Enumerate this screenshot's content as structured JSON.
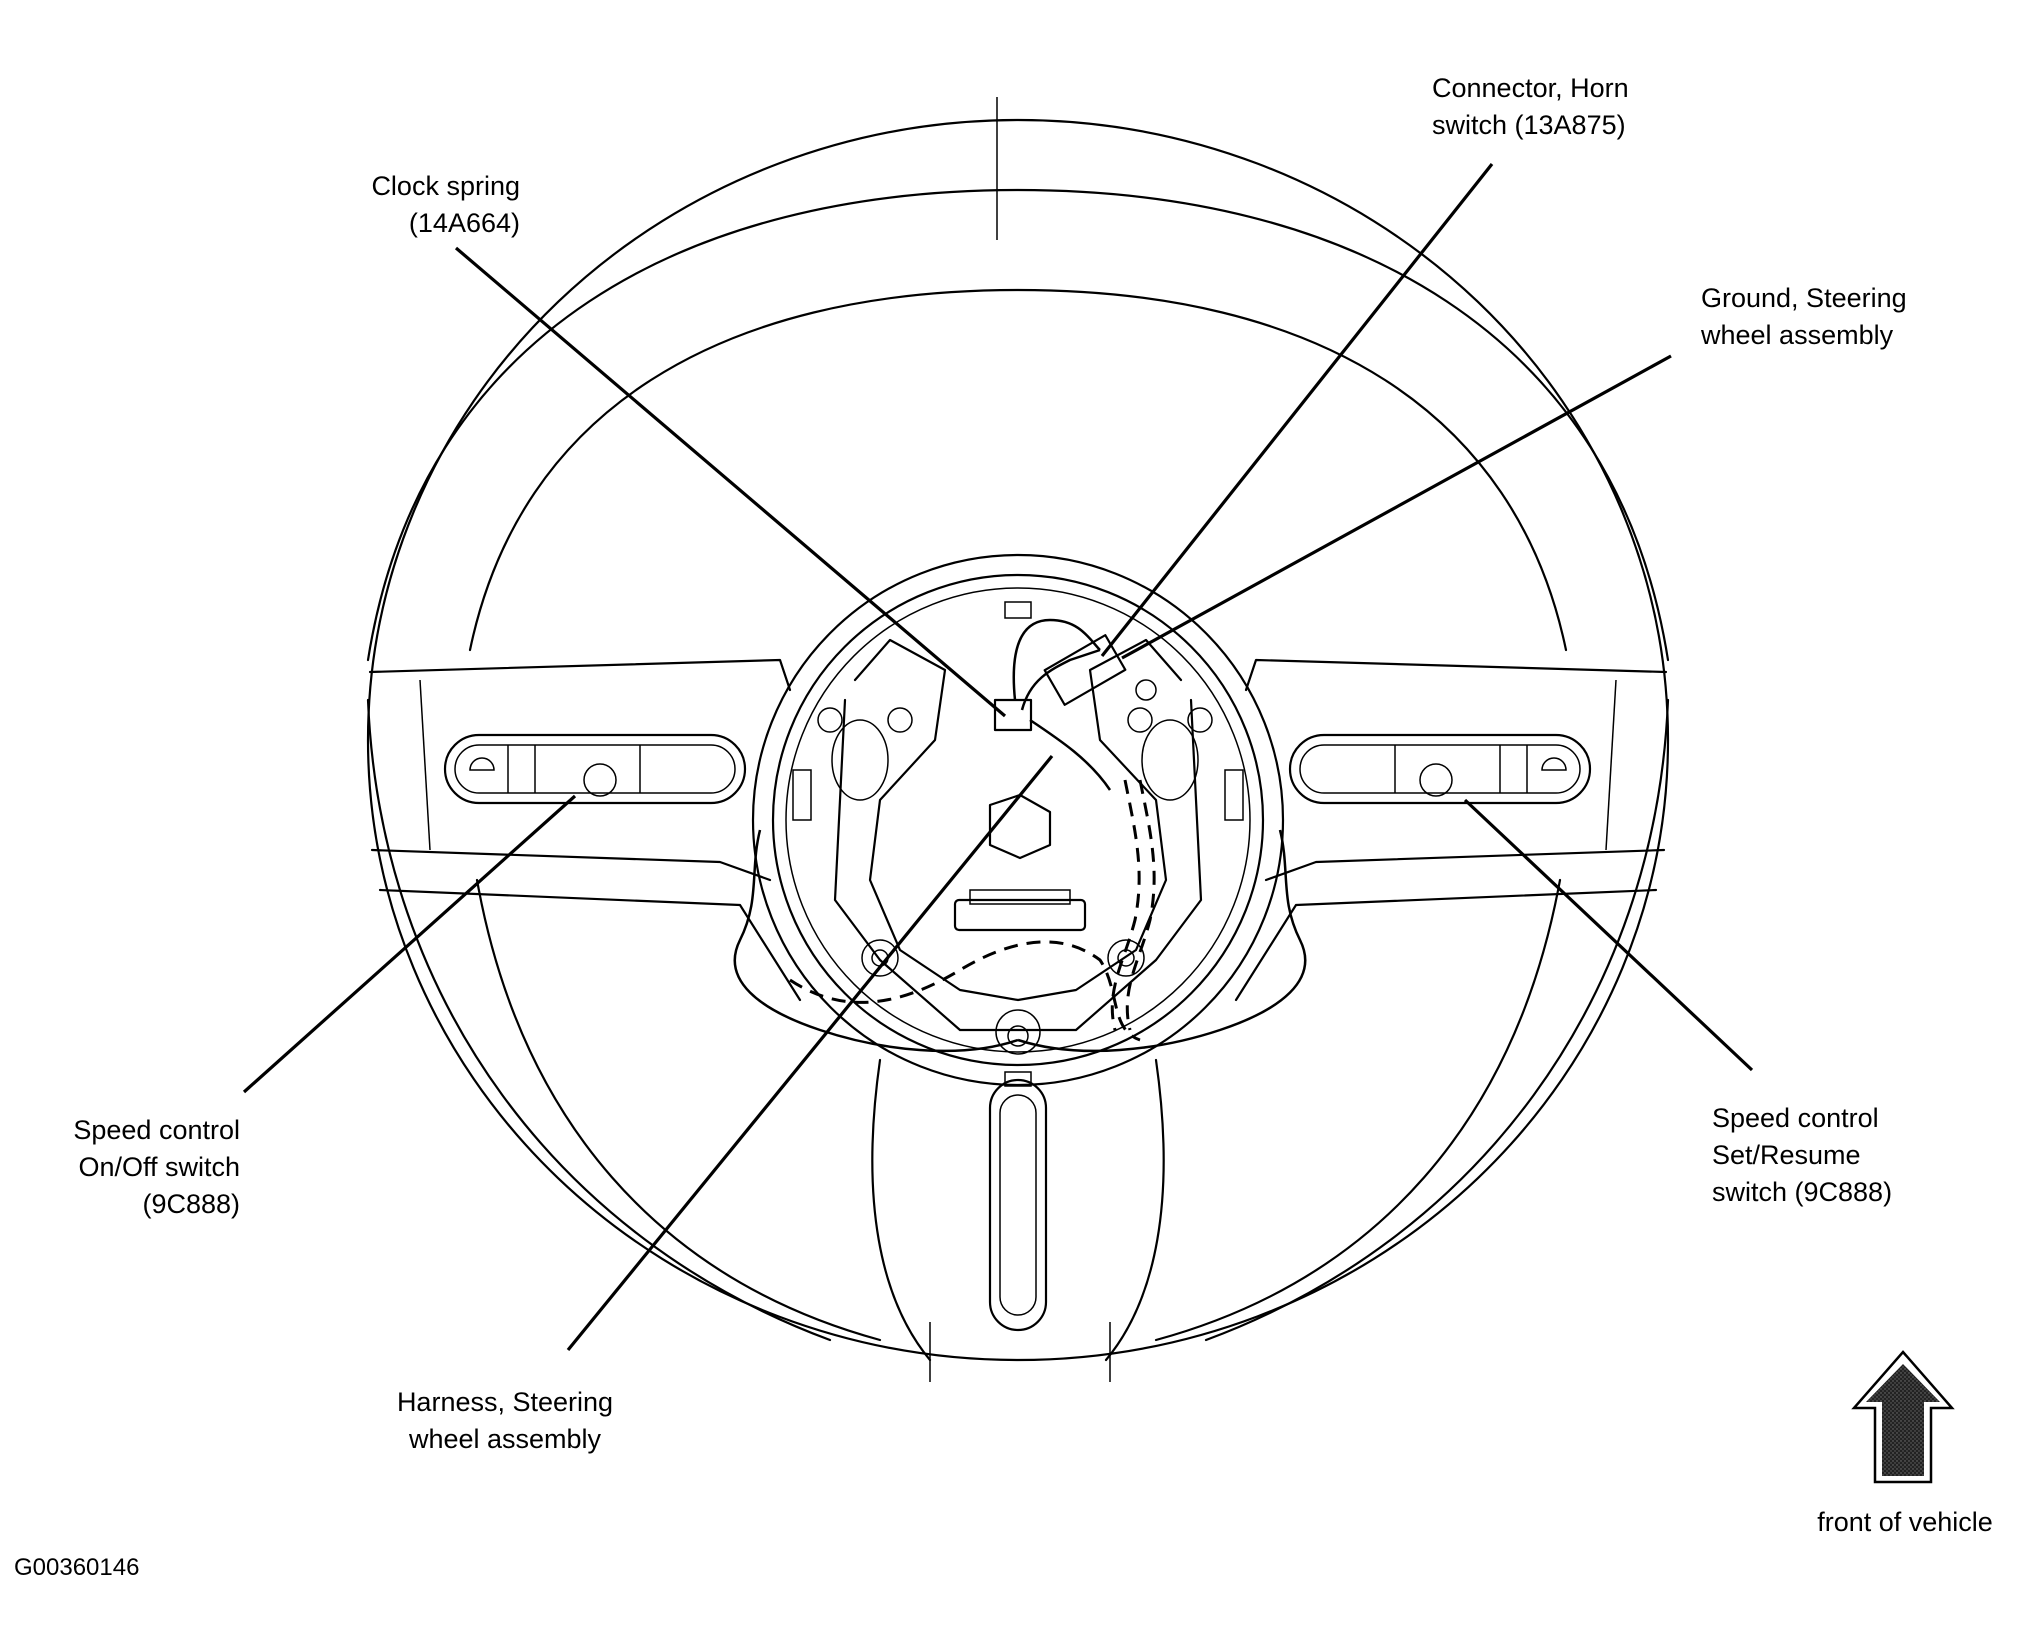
{
  "labels": {
    "clock_spring": [
      "Clock spring",
      "(14A664)"
    ],
    "horn_connector": [
      "Connector, Horn",
      "switch (13A875)"
    ],
    "ground": [
      "Ground, Steering",
      "wheel assembly"
    ],
    "speed_on_off": [
      "Speed control",
      "On/Off switch",
      "(9C888)"
    ],
    "speed_set_resume": [
      "Speed control",
      "Set/Resume",
      "switch (9C888)"
    ],
    "harness": [
      "Harness, Steering",
      "wheel assembly"
    ],
    "front_of_vehicle": "front of vehicle",
    "figure_id": "G00360146"
  }
}
